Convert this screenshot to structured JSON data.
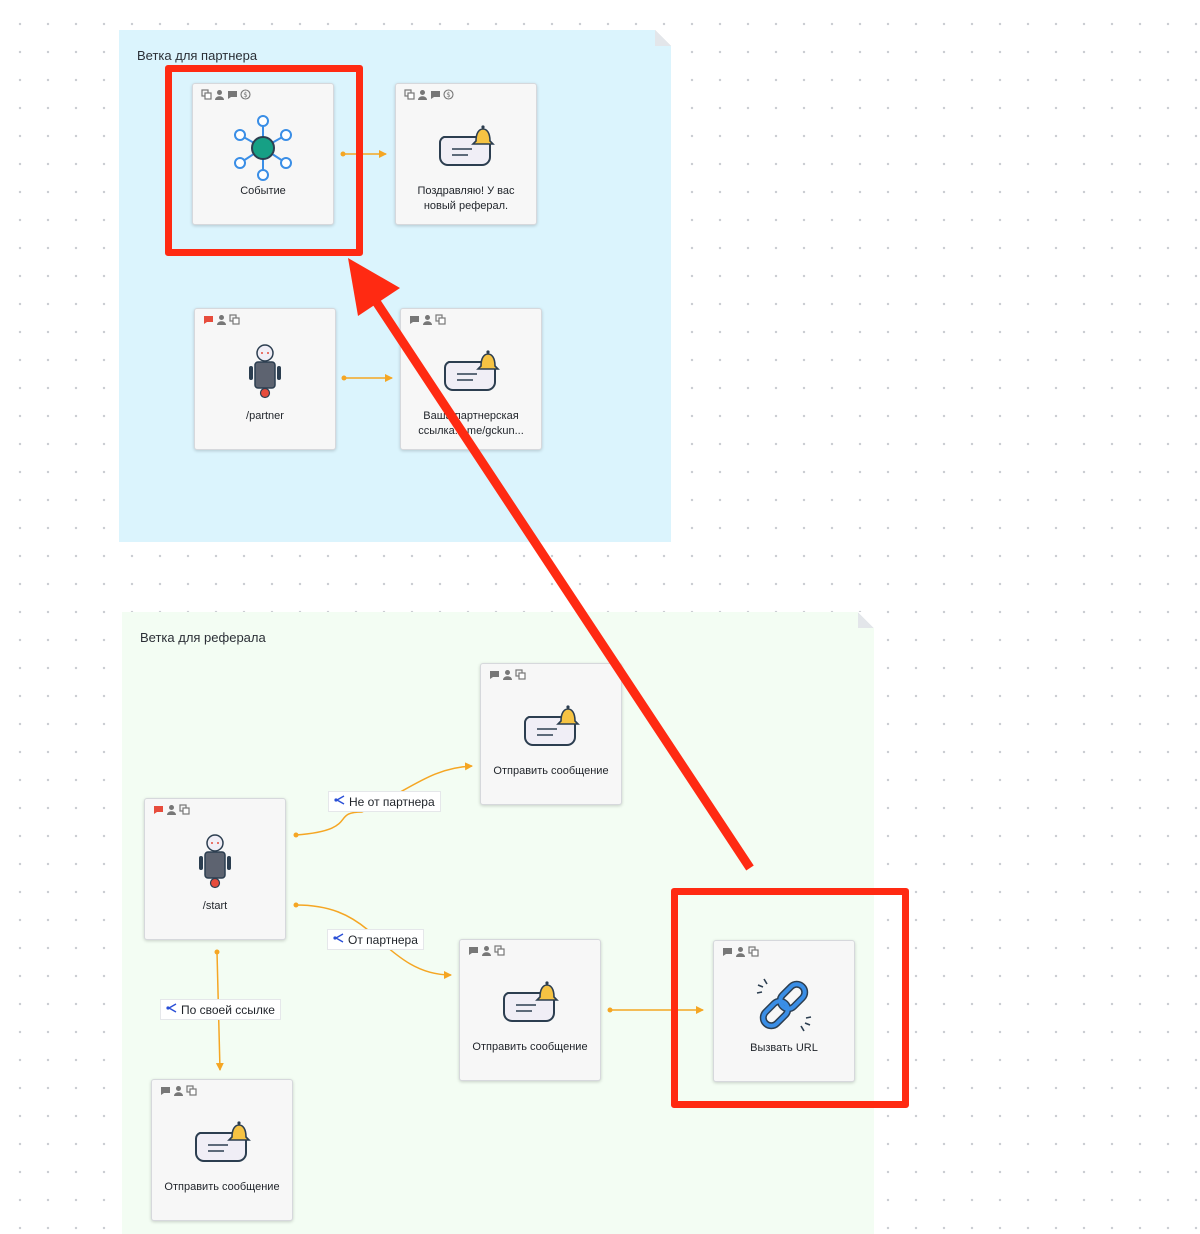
{
  "groups": {
    "partner": {
      "title": "Ветка для партнера",
      "color": "#dbf4fd"
    },
    "referral": {
      "title": "Ветка для реферала",
      "color": "#f3fdf3"
    }
  },
  "nodes": {
    "event": {
      "label": "Событие",
      "icon": "network-hub-icon"
    },
    "congrats": {
      "label": "Поздравляю! У вас новый реферал.",
      "icon": "message-bell-icon"
    },
    "partner_cmd": {
      "label": "/partner",
      "icon": "robot-icon"
    },
    "partner_link": {
      "label": "Ваша партнерская ссылка: t.me/gckun...",
      "icon": "message-bell-icon"
    },
    "start_cmd": {
      "label": "/start",
      "icon": "robot-icon"
    },
    "send_not_partner": {
      "label": "Отправить сообщение",
      "icon": "message-bell-icon"
    },
    "send_from_partner": {
      "label": "Отправить сообщение",
      "icon": "message-bell-icon"
    },
    "call_url": {
      "label": "Вызвать URL",
      "icon": "link-icon"
    },
    "send_own_link": {
      "label": "Отправить сообщение",
      "icon": "message-bell-icon"
    }
  },
  "edge_labels": {
    "not_partner": "Не от партнера",
    "from_partner": "От партнера",
    "own_link": "По своей ссылке"
  },
  "colors": {
    "edge": "#f5a623",
    "highlight": "#ff2a12",
    "accent_green": "#16a085",
    "node_blue": "#3a8ee6"
  }
}
